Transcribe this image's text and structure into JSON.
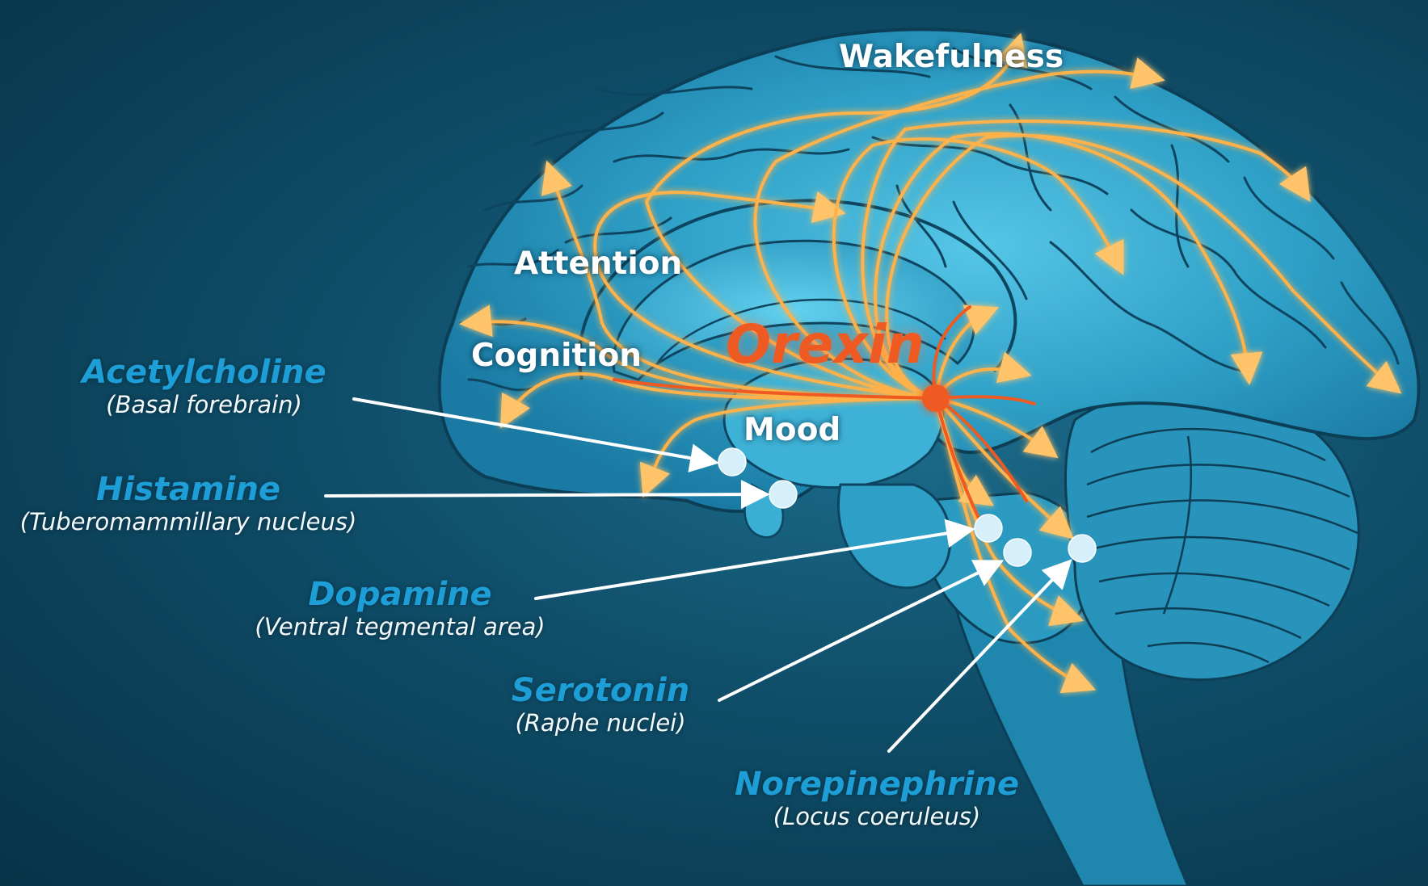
{
  "diagram": {
    "colors": {
      "orexin": "#ee5a22",
      "neurotransmitter_label": "#1d9ed6",
      "projection_arrow": "#ffb24a",
      "nucleus_dot": "#d6f0fb"
    },
    "orexin_label": "Orexin",
    "effects": {
      "wakefulness": "Wakefulness",
      "attention": "Attention",
      "cognition": "Cognition",
      "mood": "Mood"
    },
    "neurotransmitters": [
      {
        "name": "Acetylcholine",
        "source": "(Basal forebrain)"
      },
      {
        "name": "Histamine",
        "source": "(Tuberomammillary nucleus)"
      },
      {
        "name": "Dopamine",
        "source": "(Ventral tegmental area)"
      },
      {
        "name": "Serotonin",
        "source": "(Raphe nuclei)"
      },
      {
        "name": "Norepinephrine",
        "source": "(Locus coeruleus)"
      }
    ]
  }
}
